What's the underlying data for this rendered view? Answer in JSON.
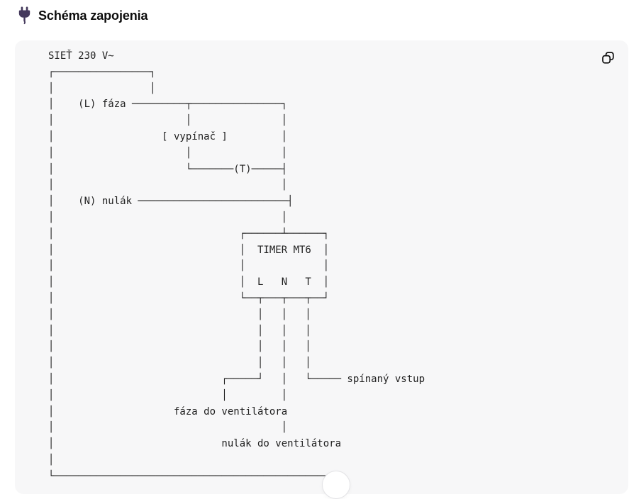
{
  "header": {
    "icon": "plug-icon",
    "title": "Schéma zapojenia"
  },
  "code_block": {
    "copy_button_icon": "copy-icon",
    "diagram_lines": [
      "SIEŤ 230 V~",
      "┌────────────────┐",
      "│                │",
      "│    (L) fáza ─────────┬───────────────┐",
      "│                      │               │",
      "│                  [ vypínač ]         │",
      "│                      │               │",
      "│                      └───────(T)─────┤",
      "│                                      │",
      "│    (N) nulák ─────────────────────────┤",
      "│                                      │",
      "│                               ┌──────┴──────┐",
      "│                               │  TIMER MT6  │",
      "│                               │             │",
      "│                               │  L   N   T  │",
      "│                               └──┬───┬───┬──┘",
      "│                                  │   │   │",
      "│                                  │   │   │",
      "│                                  │   │   │",
      "│                                  │   │   │",
      "│                            ┌─────┘   │   └───── spínaný vstup",
      "│                            │         │",
      "│                    fáza do ventilátora",
      "│                                      │",
      "│                            nulák do ventilátora",
      "│",
      "└────────────────────────────────────────────────"
    ],
    "labels": {
      "supply": "SIEŤ 230 V~",
      "phase": "(L) fáza",
      "switch": "[ vypínač ]",
      "switched_wire": "(T)",
      "neutral": "(N) nulák",
      "timer": "TIMER MT6",
      "terminals": [
        "L",
        "N",
        "T"
      ],
      "switched_input": "spínaný vstup",
      "fan_phase": "fáza do ventilátora",
      "fan_neutral": "nulák do ventilátora"
    }
  },
  "colors": {
    "page_bg": "#ffffff",
    "card_bg": "#f7f7f8",
    "code_text": "#1f1f1f",
    "title_text": "#0d0d0d",
    "plug_icon": "#44395c",
    "icon_stroke": "#0d0d0d"
  }
}
